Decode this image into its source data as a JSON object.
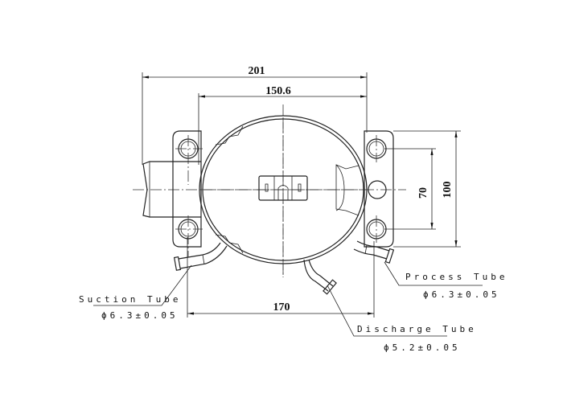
{
  "dimensions": {
    "overall_width": "201",
    "body_width": "150.6",
    "mount_hole_spacing": "70",
    "mount_plate_height": "100",
    "base_width": "170"
  },
  "callouts": {
    "suction": {
      "label": "Suction Tube",
      "spec": "ϕ6.3±0.05"
    },
    "process": {
      "label": "Process Tube",
      "spec": "ϕ6.3±0.05"
    },
    "discharge": {
      "label": "Discharge Tube",
      "spec": "ϕ5.2±0.05"
    }
  }
}
